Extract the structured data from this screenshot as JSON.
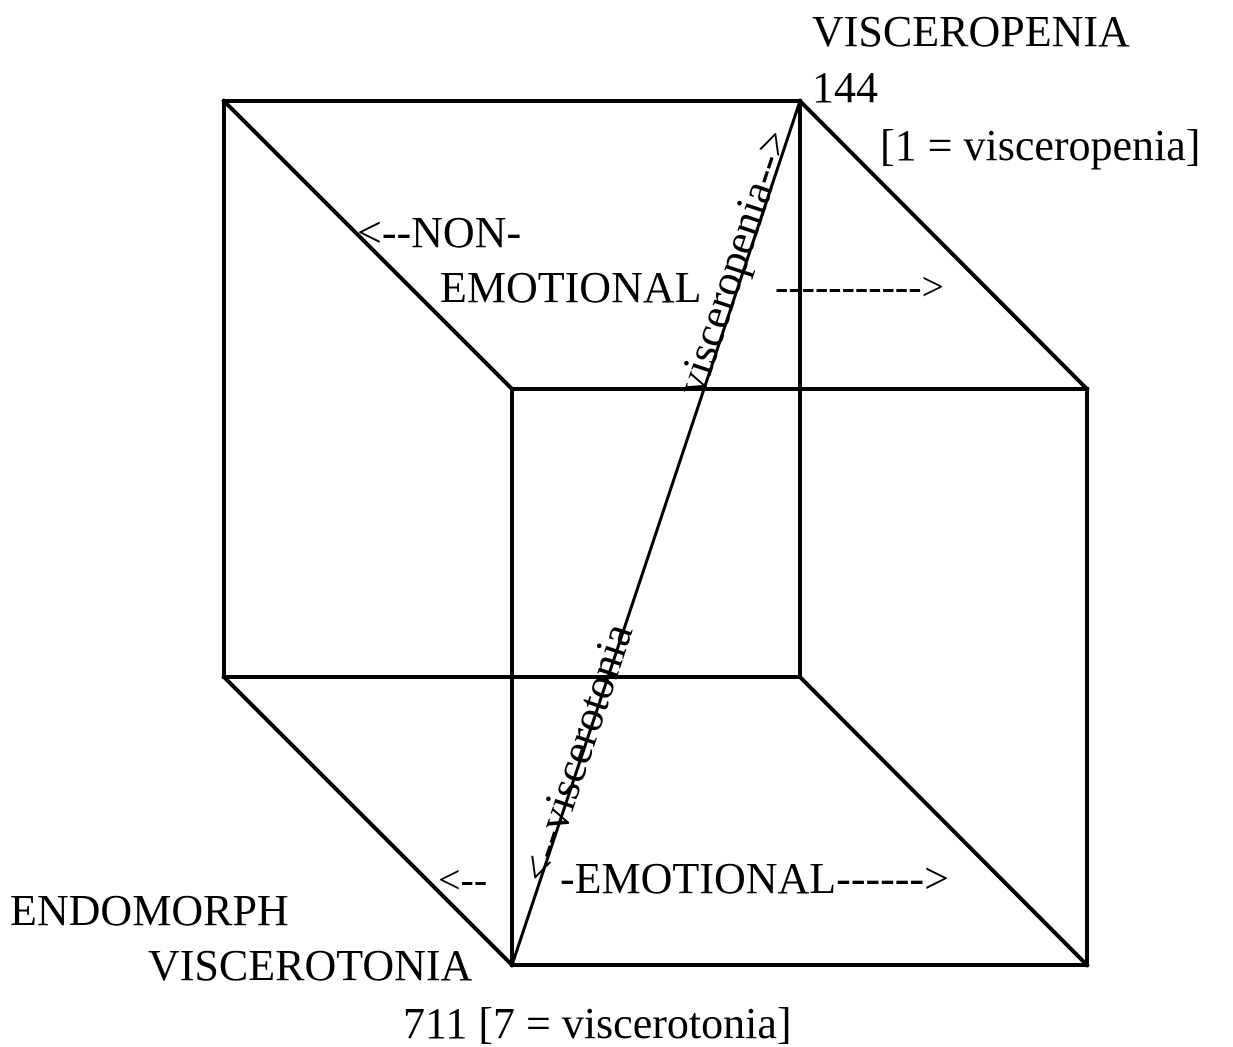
{
  "diagram": {
    "corner_top_right": {
      "title": "VISCEROPENIA",
      "code": "144",
      "note": "[1 = visceropenia]"
    },
    "corner_bottom_left": {
      "title_line1": "ENDOMORPH",
      "title_line2": "VISCEROTONIA",
      "code_note": "711  [7 = viscerotonia]"
    },
    "axis_upper": {
      "line1": "<--NON-",
      "line2": "EMOTIONAL",
      "arrow_right": "----------->"
    },
    "axis_lower": {
      "arrow_left": "<--",
      "label": "-EMOTIONAL------>"
    },
    "diagonal": {
      "upper_label": "visceropenia-->",
      "lower_label": "<--viscerotonia"
    },
    "colors": {
      "ink": "#000000",
      "background": "#ffffff"
    }
  }
}
